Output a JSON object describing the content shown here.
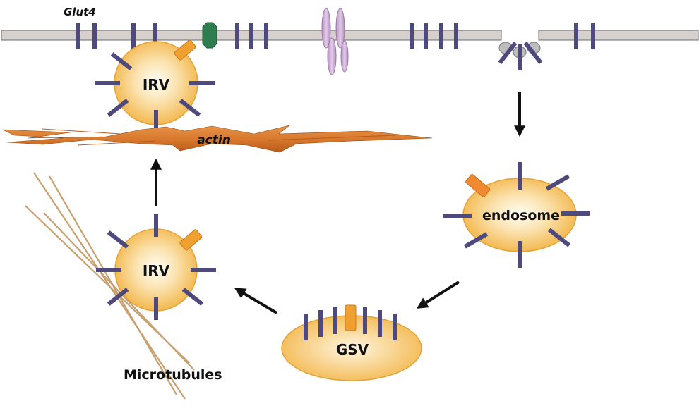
{
  "labels": {
    "glut4": "Glut4",
    "actin": "actin",
    "irv_top": "IRV",
    "irv_bottom": "IRV",
    "endosome": "endosome",
    "gsv": "GSV",
    "microtubules": "Microtubules"
  },
  "colors": {
    "membrane": "#d6d1cc",
    "membrane_stroke": "#6b6b6b",
    "transporter": "#4e4a7e",
    "vesicle_fill_center": "#fffaf0",
    "vesicle_fill_edge": "#f2b445",
    "orange_marker": "#f0a030",
    "orange_marker_edge": "#e07a20",
    "green_channel": "#2e7d4f",
    "lavender": "#c7a8cf",
    "actin": "#d7772b",
    "microtubule": "#c8a070",
    "clathrin_pit": "#bdbdbd",
    "arrow": "#111111"
  },
  "icons": {
    "membrane": "plasma-membrane",
    "glut4": "glut4-transporter-bars",
    "green": "green-channel-icon",
    "lavender": "lavender-protein-icon",
    "pit": "clathrin-pit-icon",
    "arrow": "black-arrow-icon"
  }
}
